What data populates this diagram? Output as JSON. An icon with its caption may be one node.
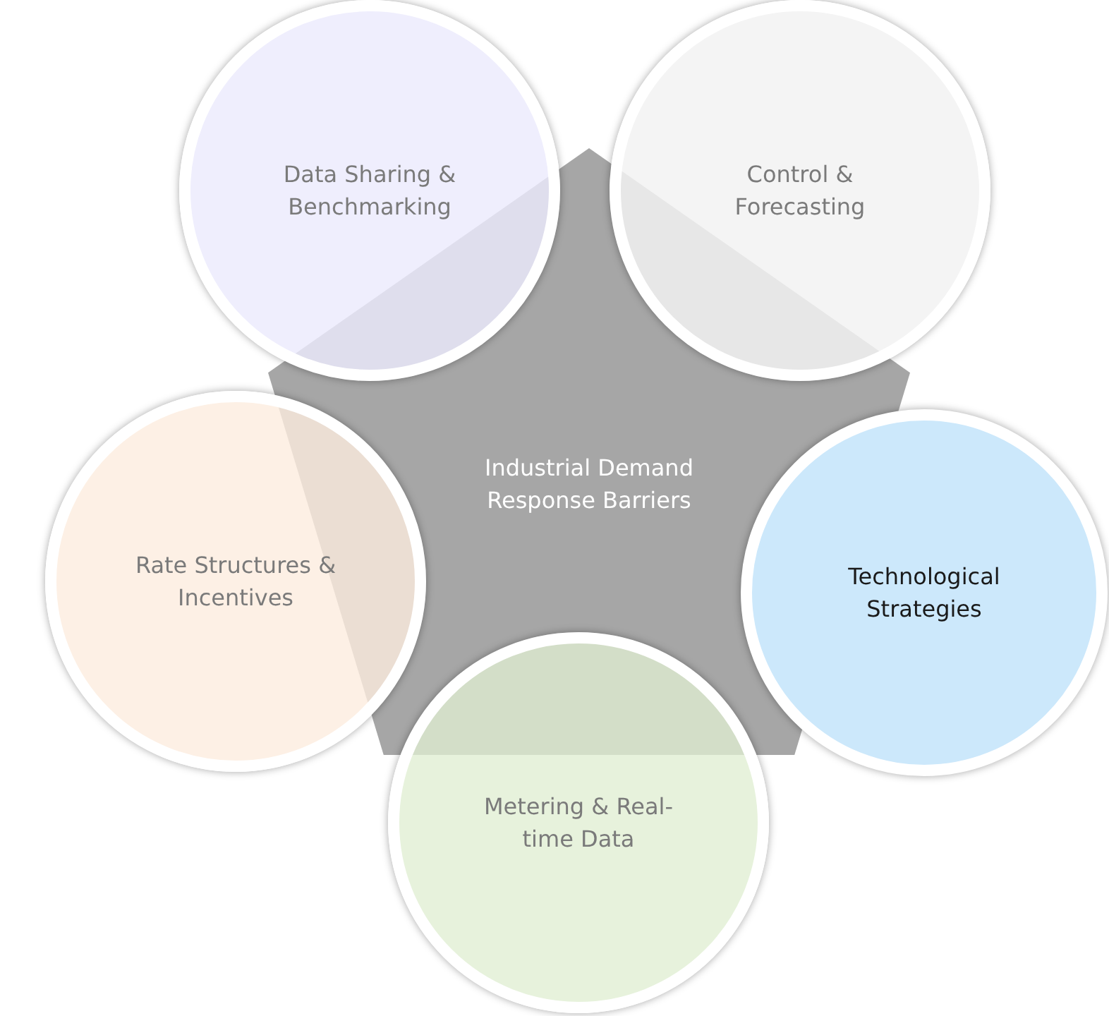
{
  "diagram": {
    "nodes": [
      {
        "text": [
          "Industrial Demand Response Barriers"
        ]
      },
      {
        "text": [
          "Data Sharing & Benchmarking"
        ]
      },
      {
        "text": [
          "Control & Forecasting"
        ]
      },
      {
        "text": [
          "Rate Structures & Incentives"
        ]
      },
      {
        "text": [
          "Technological Strategies"
        ]
      },
      {
        "text": [
          "Metering & Real-time Data"
        ]
      }
    ]
  }
}
